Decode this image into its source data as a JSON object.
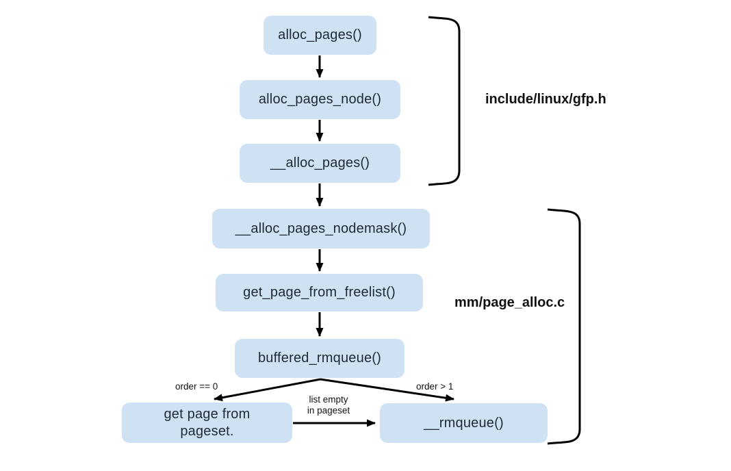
{
  "diagram": {
    "nodes": [
      {
        "label": "alloc_pages()"
      },
      {
        "label": "alloc_pages_node()"
      },
      {
        "label": "__alloc_pages()"
      },
      {
        "label": "__alloc_pages_nodemask()"
      },
      {
        "label": "get_page_from_freelist()"
      },
      {
        "label": "buffered_rmqueue()"
      },
      {
        "label": "get page from pageset."
      },
      {
        "label": "__rmqueue()"
      }
    ],
    "file_groups": [
      {
        "label": "include/linux/gfp.h"
      },
      {
        "label": "mm/page_alloc.c"
      }
    ],
    "edge_labels": {
      "order_eq_0": "order == 0",
      "order_gt_1": "order > 1",
      "list_empty": "list empty\nin pageset"
    },
    "colors": {
      "node_fill": "#cfe2f3",
      "node_text": "#1e2936",
      "arrow": "#000000",
      "background": "#ffffff"
    }
  }
}
